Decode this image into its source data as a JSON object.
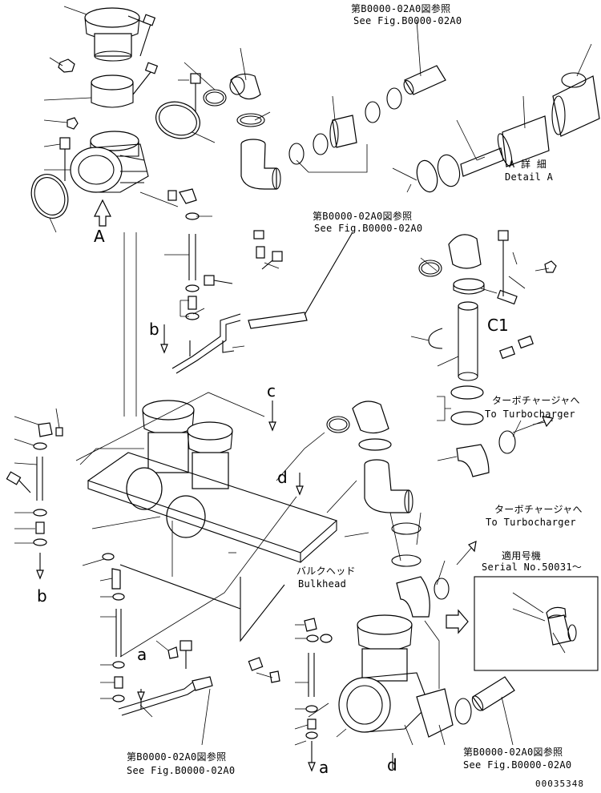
{
  "labels": {
    "ref_top_jp": "第B0000-02A0図参照",
    "ref_top_en": "See Fig.B0000-02A0",
    "detail_jp": "A 詳 細",
    "detail_en": "Detail A",
    "ref_mid_jp": "第B0000-02A0図参照",
    "ref_mid_en": "See Fig.B0000-02A0",
    "view_a": "A",
    "label_b_upper": "b",
    "label_c1": "C1",
    "label_c": "c",
    "label_d_upper": "d",
    "turbo1_jp": "ターボチャージャへ",
    "turbo1_en": "To Turbocharger",
    "turbo2_jp": "ターボチャージャへ",
    "turbo2_en": "To Turbocharger",
    "serial_jp": "適用号機",
    "serial_en": "Serial No.50031～",
    "bulkhead_jp": "バルクヘッド",
    "bulkhead_en": "Bulkhead",
    "label_b_lower": "b",
    "label_a_mid": "a",
    "ref_bot_left_jp": "第B0000-02A0図参照",
    "ref_bot_left_en": "See Fig.B0000-02A0",
    "label_a_bot": "a",
    "label_d_bot": "d",
    "ref_bot_right_jp": "第B0000-02A0図参照",
    "ref_bot_right_en": "See Fig.B0000-02A0",
    "drawing_no": "00035348"
  }
}
